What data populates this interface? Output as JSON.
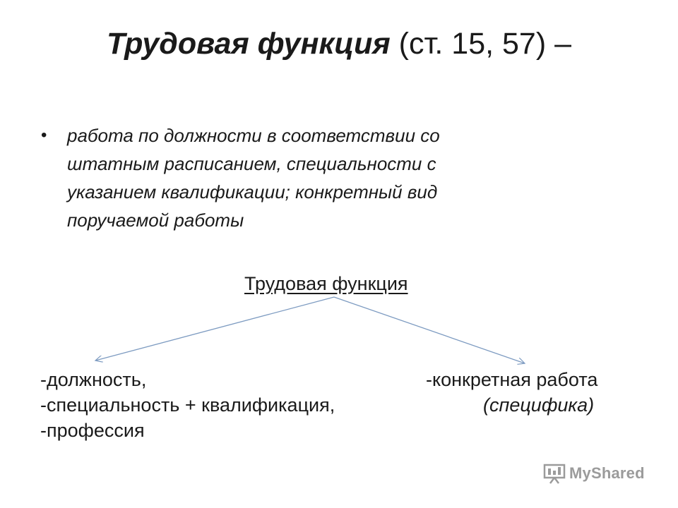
{
  "title": {
    "bold_part": "Трудовая функция",
    "rest": " (ст. 15, 57) –"
  },
  "bullets": [
    {
      "marker": "•",
      "lines": [
        "работа по должности в соответствии со",
        "штатным расписанием, специальности с",
        "указанием квалификации; конкретный вид",
        "поручаемой работы"
      ]
    }
  ],
  "diagram": {
    "heading": "Трудовая функция",
    "arrow_color": "#7d9bc1",
    "left_items": [
      "-должность,",
      "-специальность + квалификация,",
      "-профессия"
    ],
    "right_items": [
      "-конкретная работа",
      "(специфика)"
    ]
  },
  "watermark": {
    "text": "MyShared",
    "icon": "presentation-board-icon"
  }
}
